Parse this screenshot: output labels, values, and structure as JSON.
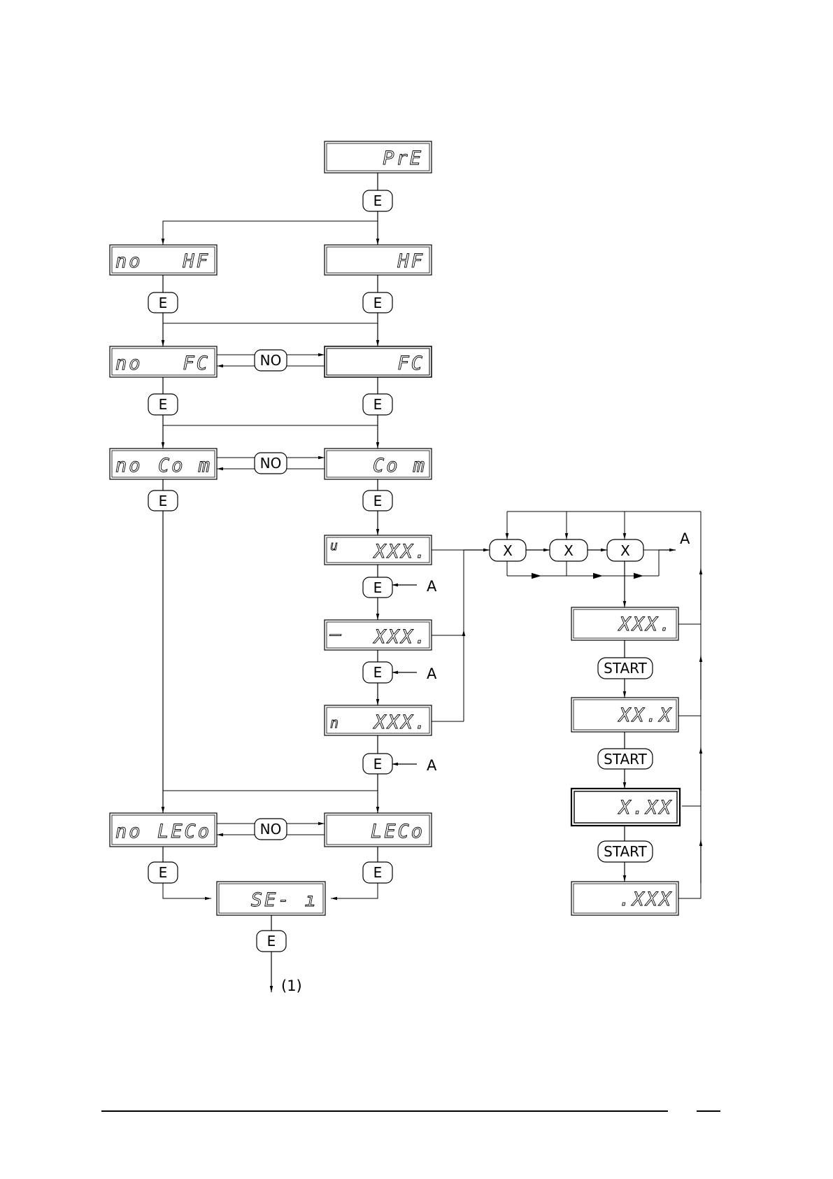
{
  "displays": {
    "pre": "PrE",
    "no": "no",
    "hf": "HF",
    "fc": "FC",
    "com": "Co m",
    "leco": "LECo",
    "sei": "SE- ı",
    "sub_u": "u",
    "sub_dash": "–",
    "sub_n": "n",
    "xxx_dot_suffix": "XXX.",
    "xxx_1": "XXX.",
    "xxx_2": "XX.X",
    "xxx_3": "X.XX",
    "xxx_4": ".XXX"
  },
  "buttons": {
    "enter": "E",
    "no": "NO",
    "x": "X",
    "start": "START"
  },
  "labels": {
    "a": "A",
    "continue": "(1)"
  }
}
